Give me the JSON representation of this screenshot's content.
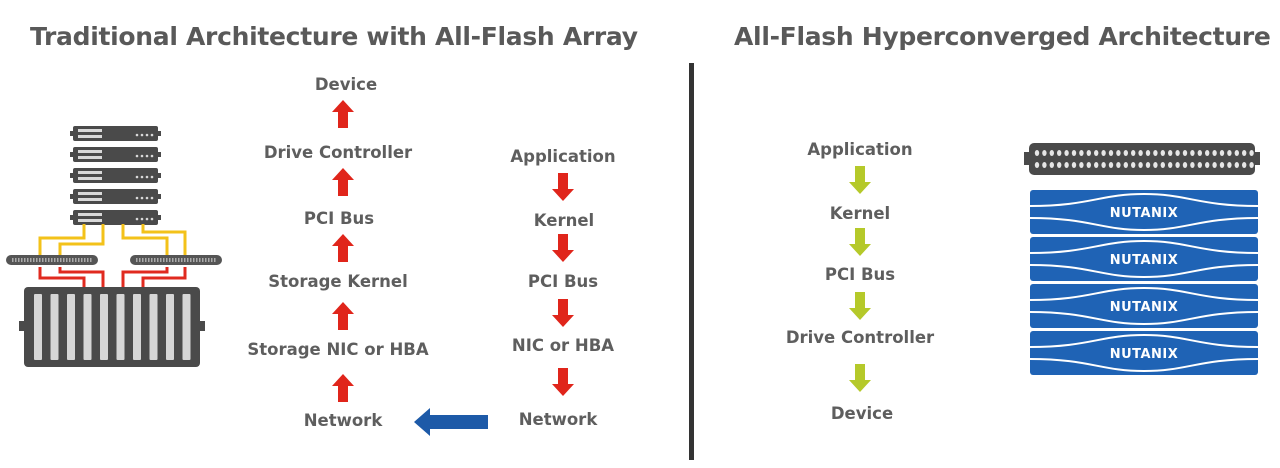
{
  "colors": {
    "red_arrow": "#e0251b",
    "green_arrow": "#b5c92a",
    "blue_arrow": "#1d5aa8",
    "nutanix_blue": "#1f63b5",
    "hardware_gray": "#4a4a4a",
    "cable_yellow": "#f3c21a",
    "cable_red": "#e02a1f"
  },
  "left_panel": {
    "title": "Traditional Architecture with All-Flash Array",
    "icons": [
      "server-stack-icon",
      "network-switch-icon",
      "network-switch-icon",
      "storage-array-icon"
    ],
    "storage_path": {
      "direction": "up",
      "steps": [
        "Device",
        "Drive Controller",
        "PCI Bus",
        "Storage Kernel",
        "Storage NIC or HBA",
        "Network"
      ]
    },
    "host_path": {
      "direction": "down",
      "steps": [
        "Application",
        "Kernel",
        "PCI Bus",
        "NIC or HBA",
        "Network"
      ]
    },
    "network_link_arrow": "left"
  },
  "right_panel": {
    "title": "All-Flash Hyperconverged Architecture",
    "path": {
      "direction": "down",
      "steps": [
        "Application",
        "Kernel",
        "PCI Bus",
        "Drive Controller",
        "Device"
      ]
    },
    "node_label": "NUTANIX",
    "node_count": 4,
    "icons": [
      "network-switch-icon",
      "nutanix-node-icon"
    ]
  }
}
